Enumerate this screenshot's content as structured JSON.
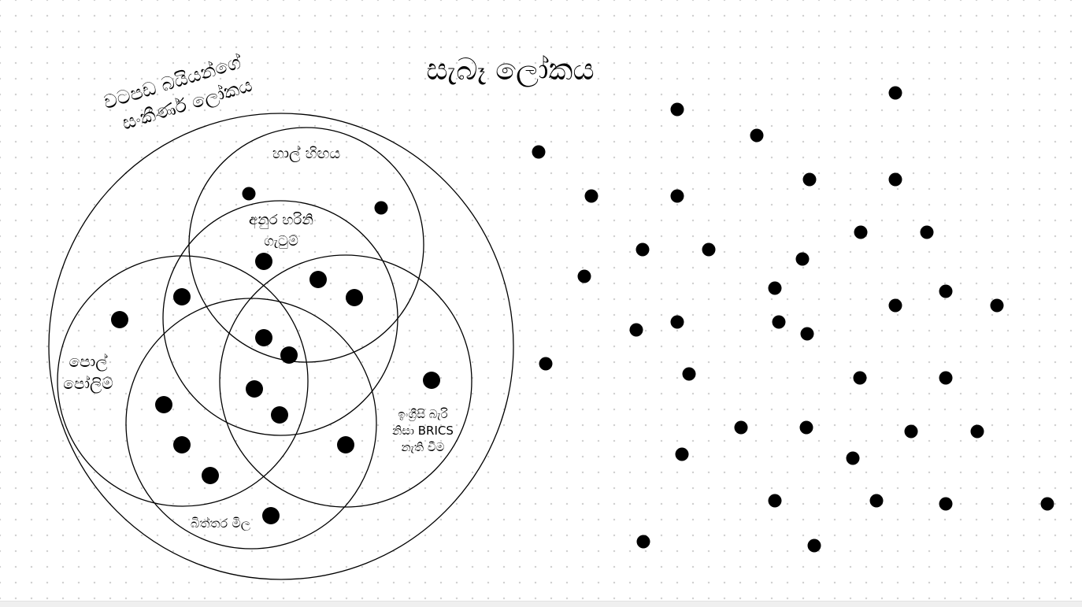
{
  "title": "සැබෑ ලෝකය",
  "outer_set": {
    "label_lines": [
      "වටපඩ බයියන්ගේ",
      "සංකීර්ණ ලෝකය"
    ]
  },
  "sets": {
    "hal": {
      "label_lines": [
        "හාල් හිඟය"
      ]
    },
    "anura": {
      "label_lines": [
        "අනුර හරිනි",
        "ගැටුම්"
      ]
    },
    "pol": {
      "label_lines": [
        "පොල්",
        "පෝලිම්"
      ]
    },
    "english": {
      "label_lines": [
        "ඉංග්‍රීසි බැරි",
        "නිසා BRICS",
        "නැති වීම"
      ]
    },
    "bill": {
      "label_lines": [
        "බිත්තර මිල"
      ]
    }
  },
  "colors": {
    "ink": "#000000",
    "background": "#ffffff",
    "grid_dot": "#cfcfcf"
  }
}
